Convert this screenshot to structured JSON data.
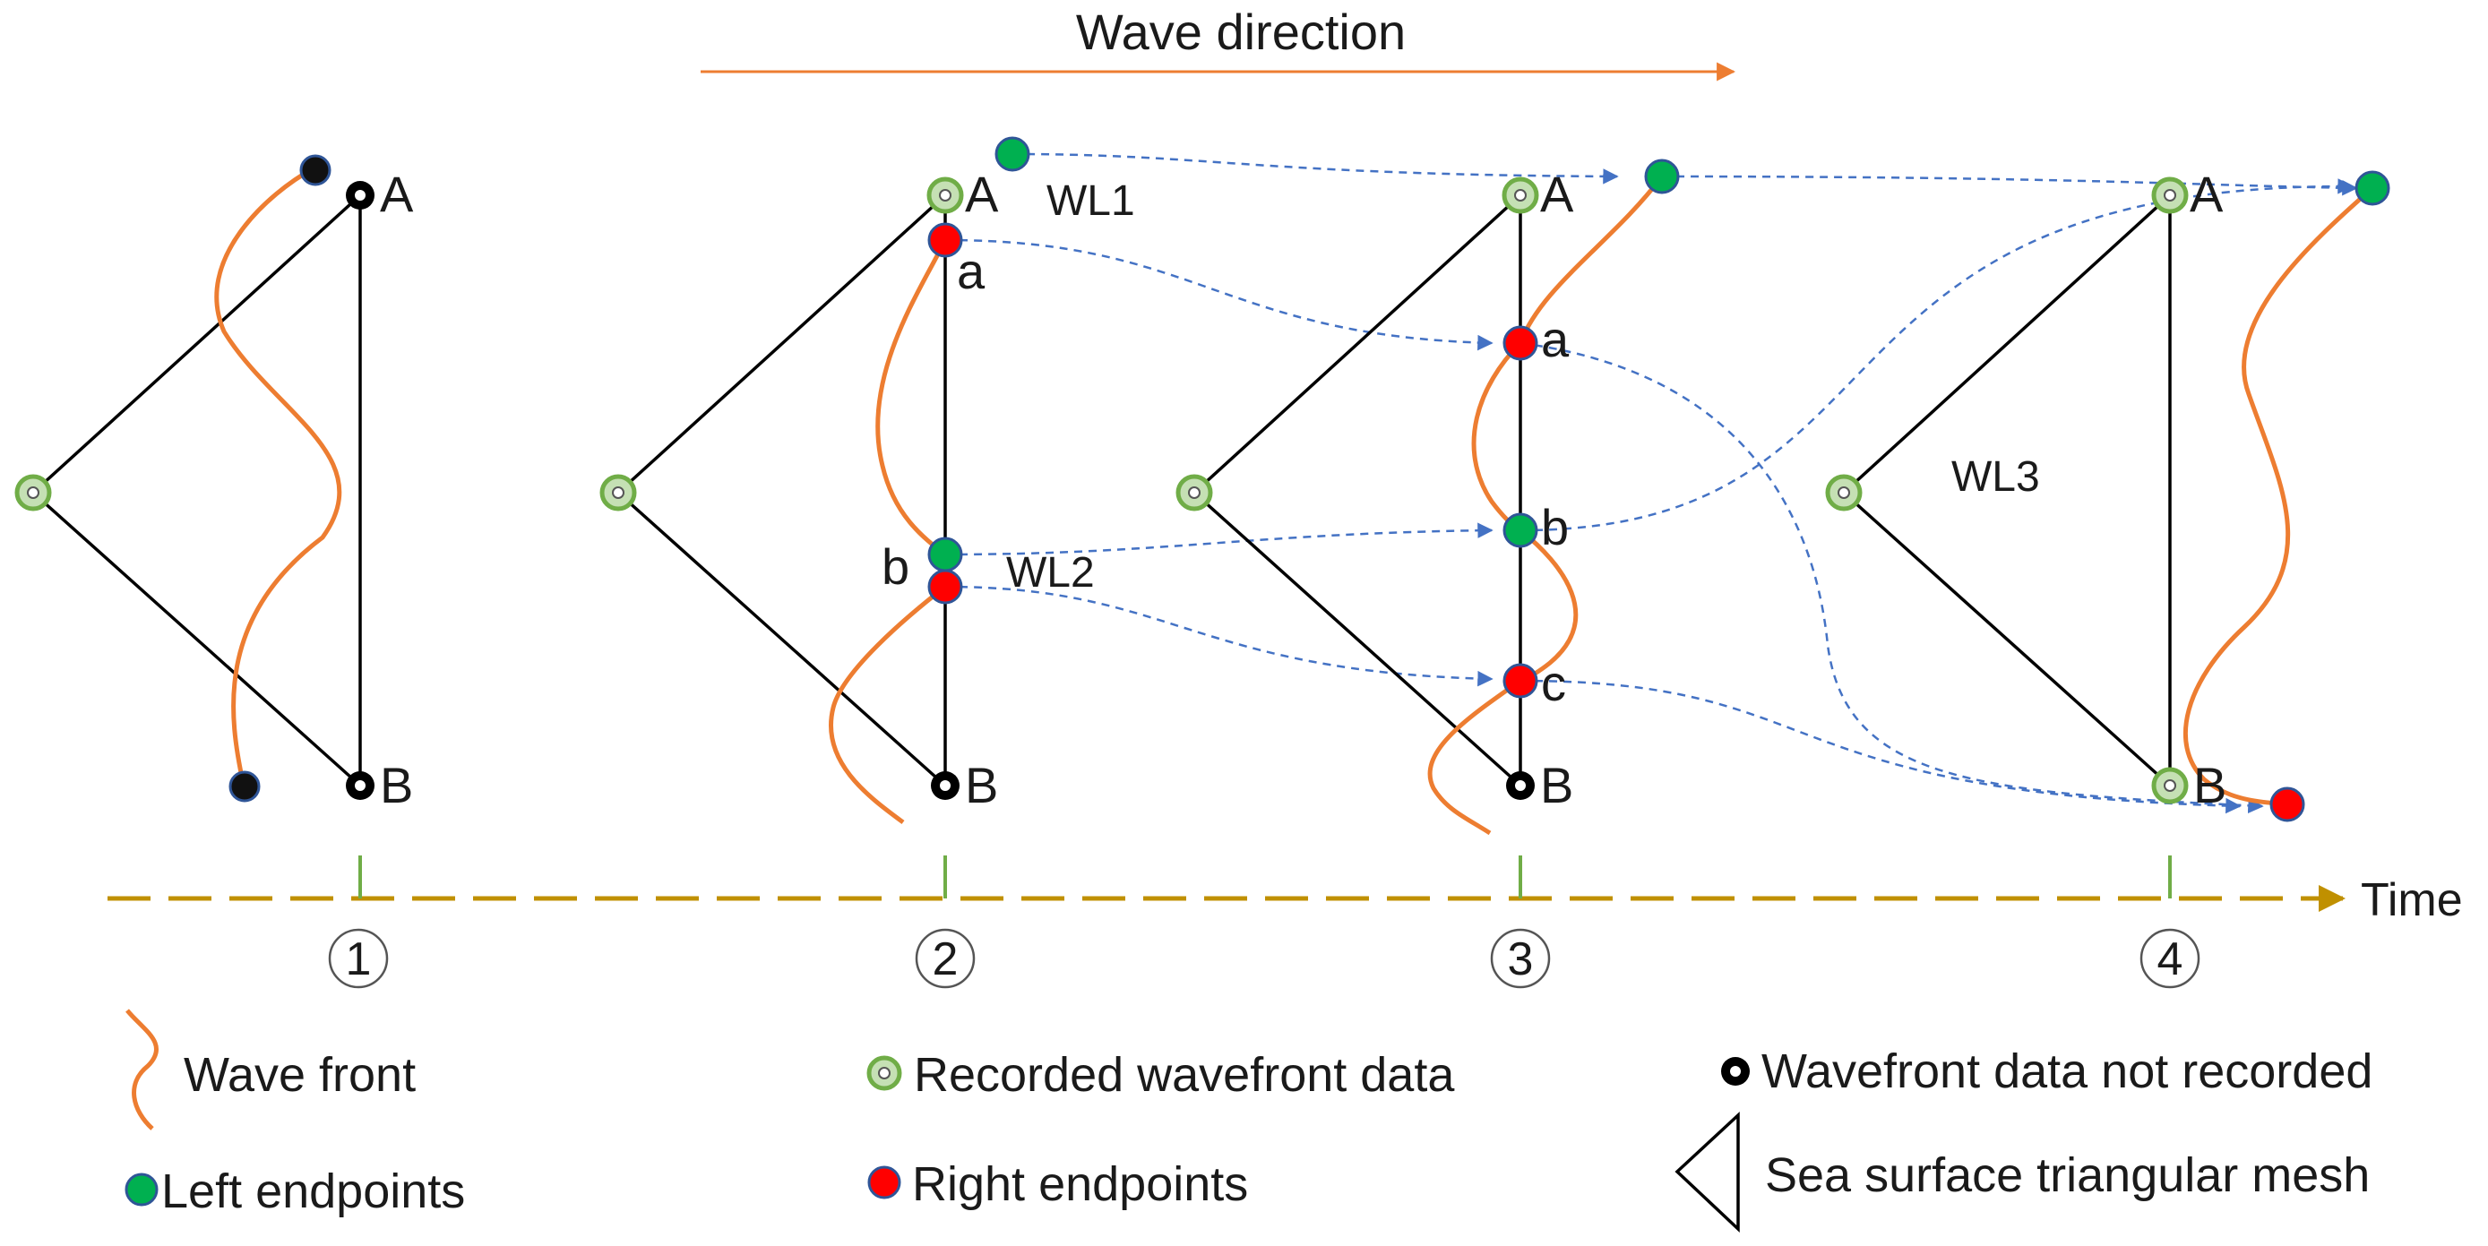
{
  "title": "Wave direction",
  "time_label": "Time",
  "steps": [
    "1",
    "2",
    "3",
    "4"
  ],
  "vertex_labels": {
    "top": "A",
    "bottom": "B"
  },
  "node_labels": {
    "a": "a",
    "b": "b",
    "c": "c"
  },
  "wavelet_labels": {
    "wl1": "WL1",
    "wl2": "WL2",
    "wl3": "WL3"
  },
  "legend": {
    "wave_front": "Wave front",
    "left_endpoints": "Left endpoints",
    "recorded": "Recorded wavefront data",
    "right_endpoints": "Right endpoints",
    "not_recorded": "Wavefront data not recorded",
    "mesh": "Sea surface triangular mesh"
  },
  "colors": {
    "wave_front": "#ed7d31",
    "recorded_ring": "#70ad47",
    "recorded_fill": "#c5e0b4",
    "left_endpoint": "#00b050",
    "right_endpoint": "#ff0000",
    "endpoint_stroke": "#2f5597",
    "tracking_arrow": "#4472c4",
    "timeline": "#c09000",
    "tick": "#70ad47"
  }
}
